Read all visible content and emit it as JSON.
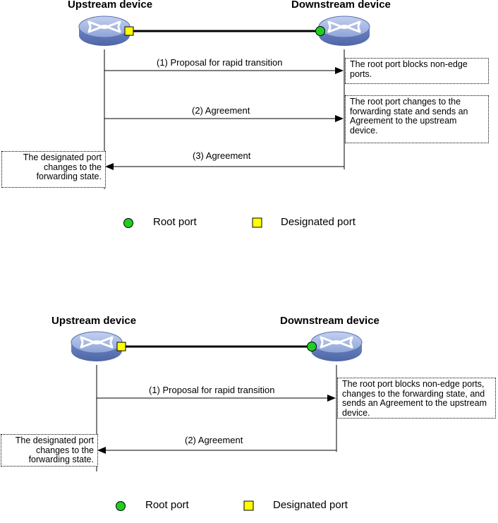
{
  "colors": {
    "router_body": "#7f97cf",
    "router_top": "#a9bbe6",
    "root_port": "#22cc22",
    "designated_port": "#ffff00"
  },
  "icons": {
    "device": "router-icon",
    "root_port": "green-circle",
    "designated_port": "yellow-square"
  },
  "diagram1": {
    "upstream_title": "Upstream device",
    "downstream_title": "Downstream device",
    "msg1": "(1) Proposal for rapid transition",
    "note1": "The root port blocks non-edge ports.",
    "msg2": "(2) Agreement",
    "note2": "The root port changes to the forwarding state and sends an Agreement to the upstream device.",
    "msg3": "(3) Agreement",
    "note3": "The designated port changes to the forwarding state.",
    "legend": {
      "root": "Root port",
      "designated": "Designated port"
    }
  },
  "diagram2": {
    "upstream_title": "Upstream device",
    "downstream_title": "Downstream device",
    "msg1": "(1) Proposal for rapid transition",
    "note1": "The root port blocks non-edge ports, changes to the forwarding state, and sends an Agreement to the upstream device.",
    "msg2": "(2) Agreement",
    "note2": "The designated port changes to the forwarding state.",
    "legend": {
      "root": "Root port",
      "designated": "Designated port"
    }
  }
}
